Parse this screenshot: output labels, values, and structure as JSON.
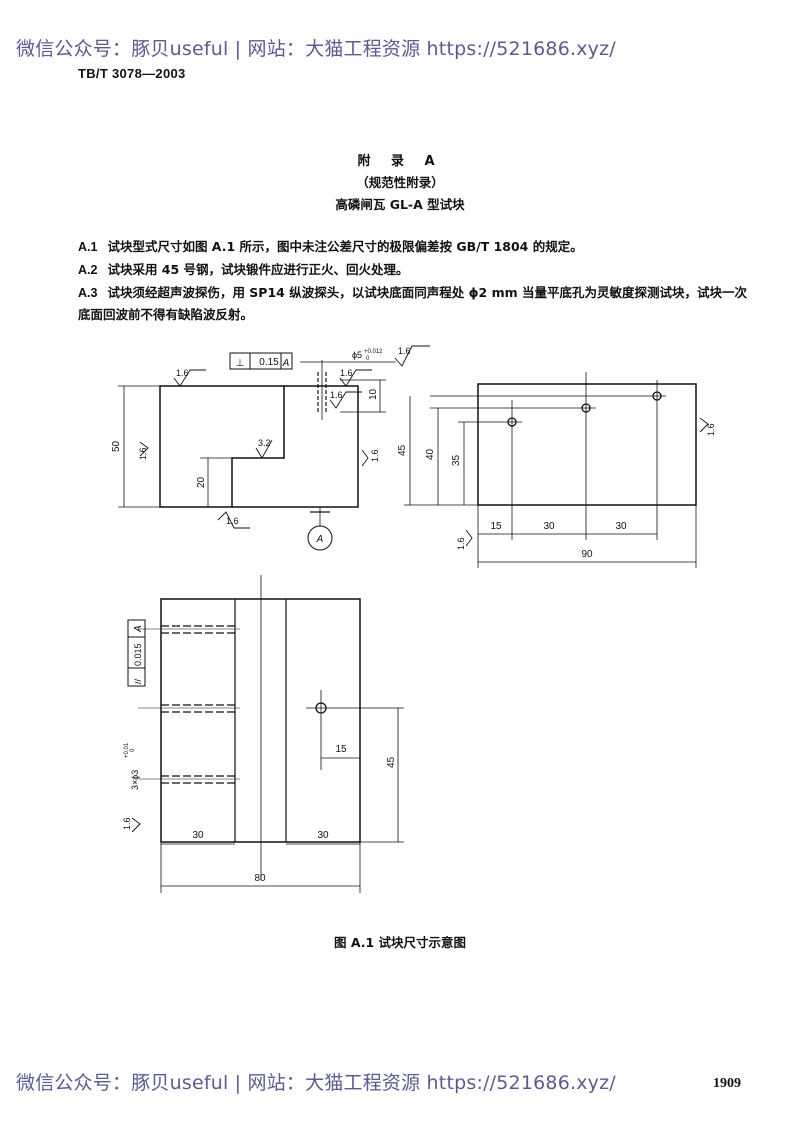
{
  "watermark": "微信公众号：豚贝useful | 网站：大猫工程资源 https://521686.xyz/",
  "header": {
    "standard_code": "TB/T 3078—2003"
  },
  "appendix": {
    "title": "附 录 A",
    "subtitle": "（规范性附录）",
    "name": "高磷闸瓦 GL-A 型试块"
  },
  "clauses": [
    {
      "num": "A.1",
      "text": "试块型式尺寸如图 A.1 所示，图中未注公差尺寸的极限偏差按 GB/T 1804 的规定。"
    },
    {
      "num": "A.2",
      "text": "试块采用 45 号钢，试块锻件应进行正火、回火处理。"
    },
    {
      "num": "A.3",
      "text": "试块须经超声波探伤，用 SP14 纵波探头，以试块底面同声程处 ϕ2 mm 当量平底孔为灵敏度探测试块，试块一次底面回波前不得有缺陷波反射。"
    }
  ],
  "drawing": {
    "front_view": {
      "roughness": [
        "1.6",
        "1.6",
        "1.6",
        "1.6",
        "1.6",
        "3.2",
        "1.6"
      ],
      "tolerance_frame": {
        "symbol": "⊥",
        "value": "0.15",
        "datum": "A"
      },
      "hole_dia": "ϕ5",
      "hole_tol_upper": "+0.012",
      "hole_tol_lower": "0",
      "dims": {
        "height": "50",
        "step": "20",
        "hole_depth": "10"
      },
      "datum": "A"
    },
    "side_view": {
      "dims": {
        "h45": "45",
        "h40": "40",
        "h35": "35",
        "x15": "15",
        "x30a": "30",
        "x30b": "30",
        "width": "90"
      },
      "roughness": [
        "1.6",
        "1.6"
      ]
    },
    "top_view": {
      "tolerance_frame": {
        "symbol": "//",
        "value": "0.015",
        "datum": "A"
      },
      "holes_label": "3×ϕ3",
      "holes_tol_upper": "+0.01",
      "holes_tol_lower": "0",
      "dims": {
        "x15": "15",
        "h45": "45",
        "left30": "30",
        "right30": "30",
        "width": "80"
      },
      "roughness": "1.6"
    }
  },
  "caption": "图 A.1 试块尺寸示意图",
  "page_number": "1909"
}
